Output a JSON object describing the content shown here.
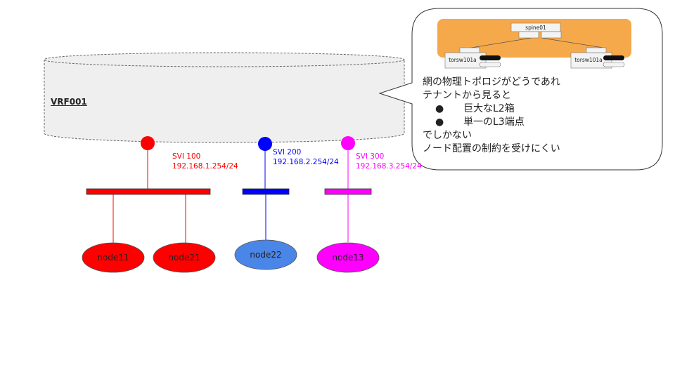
{
  "vrf": {
    "label": "VRF001"
  },
  "svis": [
    {
      "name": "SVI 100",
      "ip": "192.168.1.254/24",
      "color": "#ff0000"
    },
    {
      "name": "SVI 200",
      "ip": "192.168.2.254/24",
      "color": "#0000ff"
    },
    {
      "name": "SVI 300",
      "ip": "192.168.3.254/24",
      "color": "#ff00ff"
    }
  ],
  "nodes": [
    {
      "label": "node11",
      "color": "#ff0000"
    },
    {
      "label": "node21",
      "color": "#ff0000"
    },
    {
      "label": "node22",
      "color": "#4a86e8"
    },
    {
      "label": "node13",
      "color": "#ff00ff"
    }
  ],
  "mini_topology": {
    "spine": "spine01",
    "left_leaf": "torsw101a",
    "right_leaf": "torsw101a",
    "background_color": "#f6a94b"
  },
  "callout": {
    "line1": "網の物理トポロジがどうであれ",
    "line2": "テナントから見ると",
    "bullet_glyph": "●",
    "bullet1": "巨大なL2箱",
    "bullet2": "単一のL3端点",
    "line3": "でしかない",
    "line4": "ノード配置の制約を受けにくい"
  }
}
